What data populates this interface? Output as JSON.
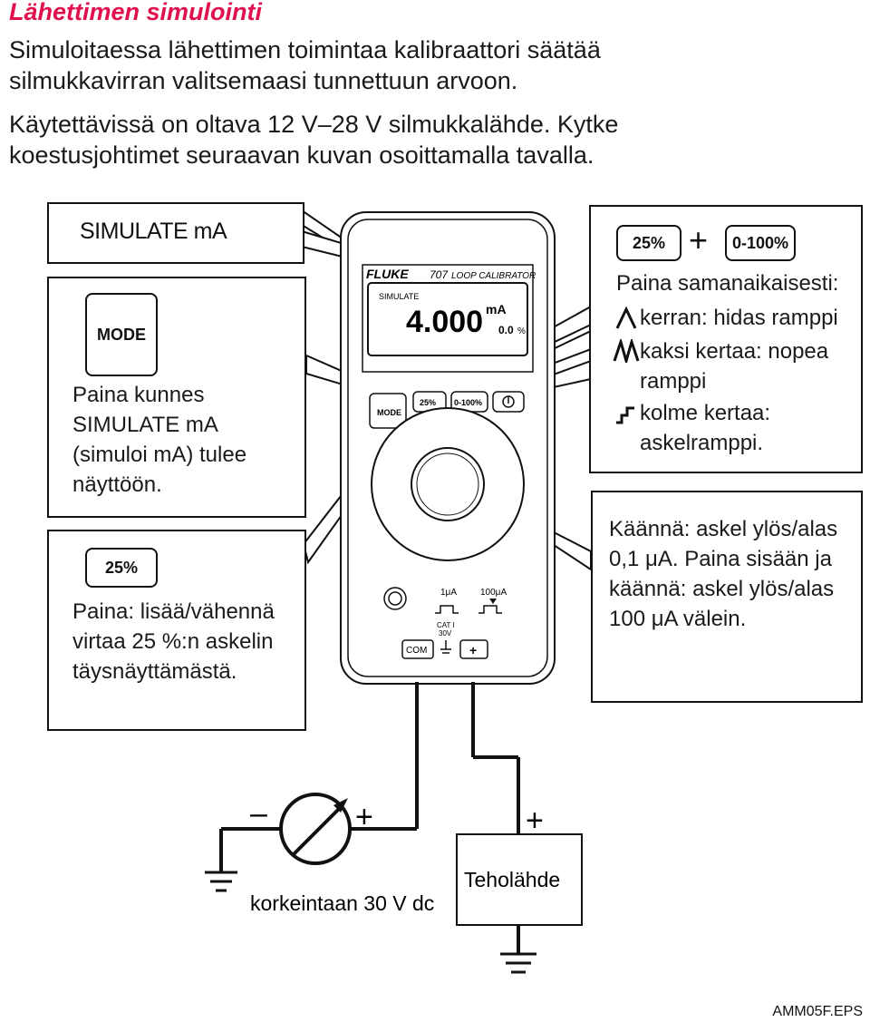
{
  "title": "Lähettimen simulointi",
  "intro_1": "Simuloitaessa lähettimen toimintaa kalibraattori säätää silmukkavirran valitsemaasi tunnettuun arvoon.",
  "intro_2": "Käytettävissä on oltava 12 V–28 V silmukkalähde. Kytke koestusjohtimet seuraavan kuvan osoittamalla tavalla.",
  "left": {
    "simulate_label": "SIMULATE mA",
    "mode_button": "MODE",
    "mode_text": [
      "Paina kunnes",
      "SIMULATE mA",
      "(simuloi mA) tulee",
      "näyttöön."
    ],
    "pct_button": "25%",
    "pct_text": [
      "Paina: lisää/vähennä",
      "virtaa 25 %:n askelin",
      "täysnäyttämästä."
    ]
  },
  "right": {
    "btn_25": "25%",
    "plus": "+",
    "btn_0100": "0-100%",
    "heading": "Paina samanaikaisesti:",
    "ramp_slow": "kerran: hidas ramppi",
    "ramp_fast": [
      "kaksi kertaa: nopea",
      "ramppi"
    ],
    "ramp_step": [
      "kolme kertaa:",
      "askelramppi."
    ],
    "knob_text": [
      "Käännä: askel ylös/alas",
      "0,1 μA. Paina sisään ja",
      "käännä: askel ylös/alas",
      "100 μA välein."
    ]
  },
  "device": {
    "brand": "FLUKE",
    "model": "707",
    "subtitle": "LOOP CALIBRATOR",
    "lcd_mode": "SIMULATE",
    "reading": "4.000",
    "unit": "mA",
    "percent": "0.0",
    "percent_sign": "%",
    "btn_mode": "MODE",
    "btn_25": "25%",
    "btn_0100": "0-100%",
    "step_1ua": "1μA",
    "step_100ua": "100μA",
    "jack_com": "COM",
    "jack_plus": "+",
    "cat": "CAT I",
    "cat_voltage": "30V"
  },
  "circuit": {
    "minus": "–",
    "plus_meter": "+",
    "plus_supply": "+",
    "supply_label": "Teholähde",
    "max_voltage": "korkeintaan 30 V dc"
  },
  "caption": "AMM05F.EPS"
}
